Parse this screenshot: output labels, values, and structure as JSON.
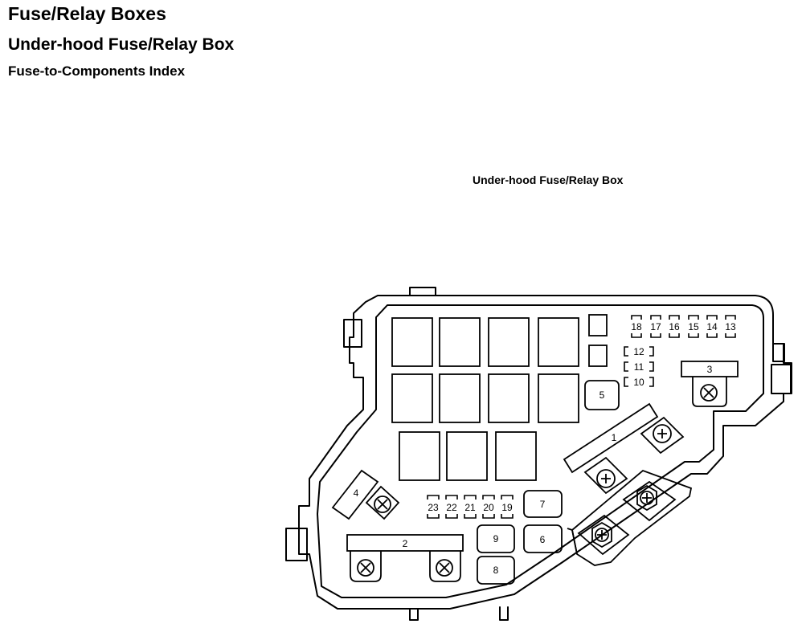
{
  "page": {
    "title": "Fuse/Relay Boxes",
    "subtitle": "Under-hood Fuse/Relay Box",
    "section": "Fuse-to-Components Index"
  },
  "diagram": {
    "caption": "Under-hood Fuse/Relay Box",
    "labels": {
      "f1": "1",
      "f2": "2",
      "f3": "3",
      "f4": "4",
      "f5": "5",
      "f6": "6",
      "f7": "7",
      "f8": "8",
      "f9": "9",
      "f10": "10",
      "f11": "11",
      "f12": "12",
      "f13": "13",
      "f14": "14",
      "f15": "15",
      "f16": "16",
      "f17": "17",
      "f18": "18",
      "f19": "19",
      "f20": "20",
      "f21": "21",
      "f22": "22",
      "f23": "23"
    }
  }
}
